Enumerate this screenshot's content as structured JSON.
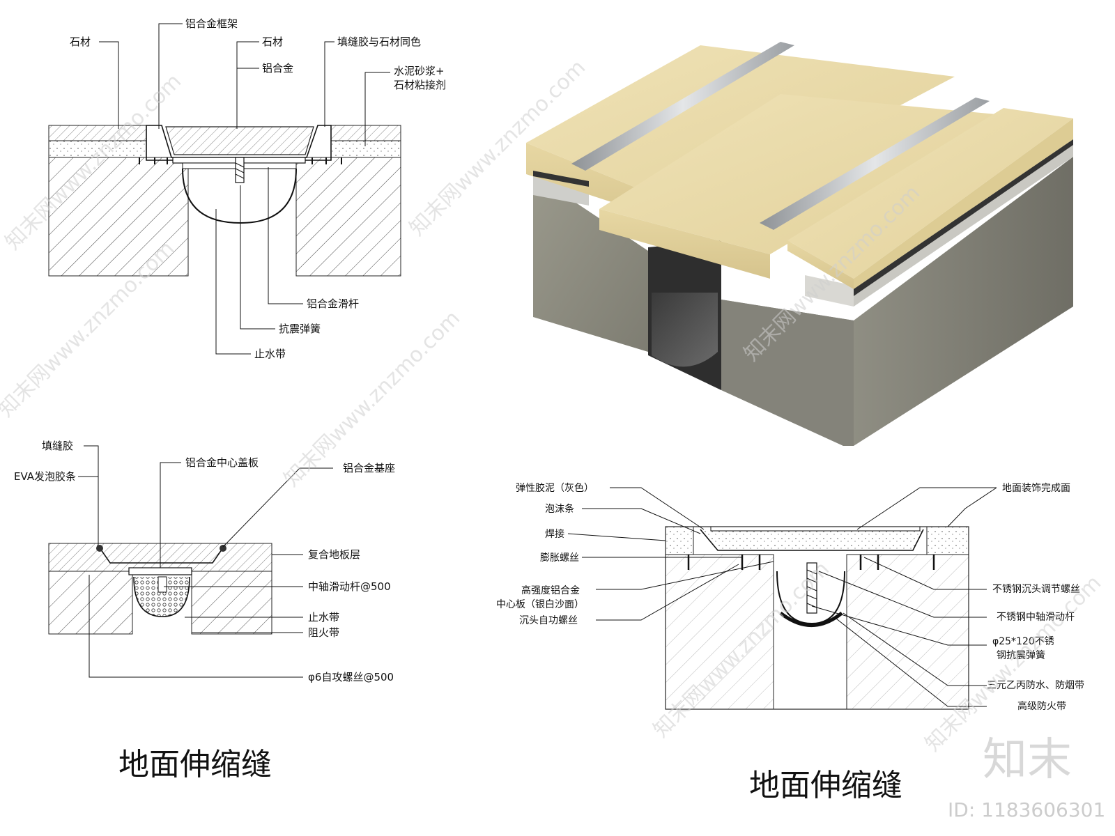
{
  "diagram_top_left": {
    "labels": {
      "stone_left": "石材",
      "alu_frame": "铝合金框架",
      "stone_mid": "石材",
      "alu": "铝合金",
      "filler": "填缝胶与石材同色",
      "mortar_1": "水泥砂浆+",
      "mortar_2": "石材粘接剂",
      "slide_rod": "铝合金滑杆",
      "spring": "抗震弹簧",
      "waterstop": "止水带"
    }
  },
  "diagram_bottom_left": {
    "labels": {
      "sealant": "填缝胶",
      "eva": "EVA发泡胶条",
      "center_plate": "铝合金中心盖板",
      "base": "铝合金基座",
      "floor_layer": "复合地板层",
      "axis_rod": "中轴滑动杆@500",
      "waterstop": "止水带",
      "fire_band": "阻火带",
      "screw": "φ6自攻螺丝@500"
    },
    "title": "地面伸缩缝"
  },
  "diagram_bottom_right": {
    "labels": {
      "elastic": "弹性胶泥（灰色）",
      "foam": "泡沫条",
      "weld": "焊接",
      "expansion": "膨胀螺丝",
      "alu_plate_1": "高强度铝合金",
      "alu_plate_2": "中心板（银白沙面）",
      "self_tap": "沉头自功螺丝",
      "finish": "地面装饰完成面",
      "adj_screw": "不锈钢沉头调节螺丝",
      "axis_rod": "不锈钢中轴滑动杆",
      "spring_1": "φ25*120不锈",
      "spring_2": "钢抗震弹簧",
      "epdm": "三元乙丙防水、防烟带",
      "fire": "高级防火带"
    },
    "title": "地面伸缩缝"
  },
  "watermark": {
    "text": "知末网www.znzmo.com",
    "logo": "知末",
    "id": "ID: 1183606301"
  },
  "colors": {
    "marble": "#e8d9a8",
    "concrete": "#8e8e82",
    "metal": "#b8bcc0",
    "ink": "#111111"
  }
}
